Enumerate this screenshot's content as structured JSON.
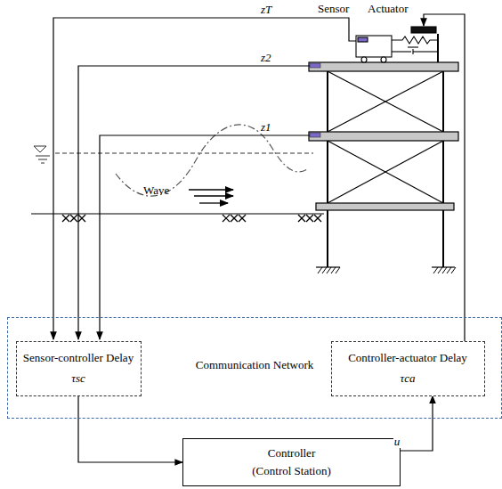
{
  "diagram": {
    "nodes": [
      {
        "text": [
          "Communication Network"
        ]
      },
      {
        "text": [
          "Sensor-controller Delay",
          "τsc"
        ],
        "in": 0
      },
      {
        "text": [
          "Controller-actuator Delay",
          "τca"
        ],
        "in": 0
      },
      {
        "text": [
          "Controller",
          "(Control Station)"
        ]
      }
    ],
    "edges": [
      {
        "from": 1,
        "to": 3,
        "arrow": "to"
      },
      {
        "from": 3,
        "to": 2,
        "label": "u",
        "arrow": "to"
      }
    ],
    "labels": [
      "Sensor",
      "Actuator",
      "zT",
      "z2",
      "z1",
      "Wave"
    ]
  }
}
